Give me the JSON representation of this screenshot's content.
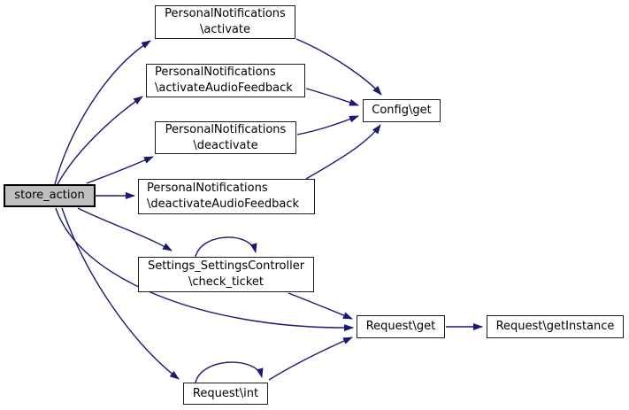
{
  "diagram": {
    "kind": "call-graph",
    "colors": {
      "background": "#ffffff",
      "edge": "#191970",
      "node_border": "#1c1c1c",
      "node_fill": "#ffffff",
      "highlight_node_fill": "#bfbfbf",
      "text": "#000000"
    },
    "nodes": [
      {
        "id": "store_action",
        "label": "store_action",
        "highlighted": true
      },
      {
        "id": "personalnotifications_activate",
        "label": "PersonalNotifications\n\\activate"
      },
      {
        "id": "personalnotifications_activateaudiofeedback",
        "label": "PersonalNotifications\n\\activateAudioFeedback"
      },
      {
        "id": "personalnotifications_deactivate",
        "label": "PersonalNotifications\n\\deactivate"
      },
      {
        "id": "personalnotifications_deactivateaudiofeedback",
        "label": "PersonalNotifications\n\\deactivateAudioFeedback"
      },
      {
        "id": "config_get",
        "label": "Config\\get"
      },
      {
        "id": "settings_settingscontroller_check_ticket",
        "label": "Settings_SettingsController\n\\check_ticket"
      },
      {
        "id": "request_get",
        "label": "Request\\get"
      },
      {
        "id": "request_getinstance",
        "label": "Request\\getInstance"
      },
      {
        "id": "request_int",
        "label": "Request\\int"
      }
    ],
    "edges": [
      {
        "from": "store_action",
        "to": "personalnotifications_activate"
      },
      {
        "from": "store_action",
        "to": "personalnotifications_activateaudiofeedback"
      },
      {
        "from": "store_action",
        "to": "personalnotifications_deactivate"
      },
      {
        "from": "store_action",
        "to": "personalnotifications_deactivateaudiofeedback"
      },
      {
        "from": "store_action",
        "to": "settings_settingscontroller_check_ticket"
      },
      {
        "from": "store_action",
        "to": "request_get"
      },
      {
        "from": "store_action",
        "to": "request_int"
      },
      {
        "from": "personalnotifications_activate",
        "to": "config_get"
      },
      {
        "from": "personalnotifications_activateaudiofeedback",
        "to": "config_get"
      },
      {
        "from": "personalnotifications_deactivate",
        "to": "config_get"
      },
      {
        "from": "personalnotifications_deactivateaudiofeedback",
        "to": "config_get"
      },
      {
        "from": "settings_settingscontroller_check_ticket",
        "to": "settings_settingscontroller_check_ticket"
      },
      {
        "from": "settings_settingscontroller_check_ticket",
        "to": "request_get"
      },
      {
        "from": "request_int",
        "to": "request_int"
      },
      {
        "from": "request_int",
        "to": "request_get"
      },
      {
        "from": "request_get",
        "to": "request_getinstance"
      }
    ]
  }
}
